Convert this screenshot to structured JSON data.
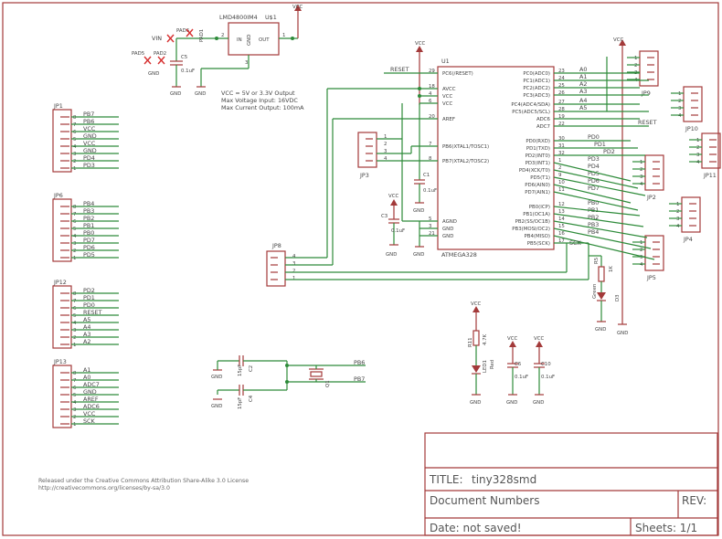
{
  "title_block": {
    "title_label": "TITLE:",
    "title_value": "tiny328smd",
    "document_numbers": "Document Numbers",
    "rev": "REV:",
    "date": "Date: not saved!",
    "sheets": "Sheets: 1/1"
  },
  "license": {
    "line1": "Released under the Creative Commons Attribution Share-Alike 3.0 License",
    "line2": "http://creativecommons.org/licenses/by-sa/3.0"
  },
  "notes": {
    "l1": "VCC = 5V or 3.3V Output",
    "l2": "Max Voltage Input: 16VDC",
    "l3": "Max Current Output: 100mA"
  },
  "regulator": {
    "name": "U$1",
    "part": "LMD4800IM4",
    "in": "IN",
    "out": "OUT",
    "gnd": "GND",
    "pin1": "1",
    "pin2": "2",
    "pin3": "3"
  },
  "cap_c5": {
    "name": "C5",
    "value": "0.1uF"
  },
  "pads": {
    "pad6": "PAD6",
    "pad1": "PAD1",
    "pad5": "PAD5",
    "pad2": "PAD2",
    "vin": "VIN",
    "gnd": "GND"
  },
  "symbols": {
    "vcc": "VCC",
    "gnd": "GND",
    "reset": "RESET",
    "sck": "SCK"
  },
  "mcu": {
    "name": "U1",
    "part": "ATMEGA328",
    "left_pins": [
      {
        "num": "29",
        "label": "PC6(/RESET)"
      },
      {
        "num": "18",
        "label": "AVCC"
      },
      {
        "num": "4",
        "label": "VCC"
      },
      {
        "num": "6",
        "label": "VCC"
      },
      {
        "num": "20",
        "label": "AREF"
      },
      {
        "num": "7",
        "label": "PB6(XTAL1/TOSC1)"
      },
      {
        "num": "8",
        "label": "PB7(XTAL2/TOSC2)"
      },
      {
        "num": "5",
        "label": "AGND"
      },
      {
        "num": "3",
        "label": "GND"
      },
      {
        "num": "21",
        "label": "GND"
      }
    ],
    "right_pins": [
      {
        "num": "23",
        "label": "PC0(ADC0)"
      },
      {
        "num": "24",
        "label": "PC1(ADC1)"
      },
      {
        "num": "25",
        "label": "PC2(ADC2)"
      },
      {
        "num": "26",
        "label": "PC3(ADC3)"
      },
      {
        "num": "27",
        "label": "PC4(ADC4/SDA)"
      },
      {
        "num": "28",
        "label": "PC5(ADC5/SCL)"
      },
      {
        "num": "19",
        "label": "ADC6"
      },
      {
        "num": "22",
        "label": "ADC7"
      },
      {
        "num": "30",
        "label": "PD0(RXD)"
      },
      {
        "num": "31",
        "label": "PD1(TXD)"
      },
      {
        "num": "32",
        "label": "PD2(INT0)"
      },
      {
        "num": "1",
        "label": "PD3(INT1)"
      },
      {
        "num": "2",
        "label": "PD4(XCK/T0)"
      },
      {
        "num": "9",
        "label": "PD5(T1)"
      },
      {
        "num": "10",
        "label": "PD6(AIN0)"
      },
      {
        "num": "11",
        "label": "PD7(AIN1)"
      },
      {
        "num": "12",
        "label": "PB0(ICP)"
      },
      {
        "num": "13",
        "label": "PB1(OC1A)"
      },
      {
        "num": "14",
        "label": "PB2(SS/OC1B)"
      },
      {
        "num": "15",
        "label": "PB3(MOSI/OC2)"
      },
      {
        "num": "16",
        "label": "PB4(MISO)"
      },
      {
        "num": "17",
        "label": "PB5(SCK)"
      }
    ],
    "net_labels": [
      "A0",
      "A1",
      "A2",
      "A3",
      "A4",
      "A5",
      "PD0",
      "PD1",
      "PD2",
      "PD3",
      "PD4",
      "PD5",
      "PD6",
      "PD7",
      "PB0",
      "PB1",
      "PB2",
      "PB3",
      "PB4"
    ]
  },
  "headers_left": [
    {
      "name": "JP1",
      "rows": [
        {
          "n": "8",
          "l": "PB7"
        },
        {
          "n": "7",
          "l": "PB6"
        },
        {
          "n": "6",
          "l": "VCC"
        },
        {
          "n": "5",
          "l": "GND"
        },
        {
          "n": "4",
          "l": "VCC"
        },
        {
          "n": "3",
          "l": "GND"
        },
        {
          "n": "2",
          "l": "PD4"
        },
        {
          "n": "1",
          "l": "PD3"
        }
      ]
    },
    {
      "name": "JP6",
      "rows": [
        {
          "n": "8",
          "l": "PB4"
        },
        {
          "n": "7",
          "l": "PB3"
        },
        {
          "n": "6",
          "l": "PB2"
        },
        {
          "n": "5",
          "l": "PB1"
        },
        {
          "n": "4",
          "l": "PB0"
        },
        {
          "n": "3",
          "l": "PD7"
        },
        {
          "n": "2",
          "l": "PD6"
        },
        {
          "n": "1",
          "l": "PD5"
        }
      ]
    },
    {
      "name": "JP12",
      "rows": [
        {
          "n": "8",
          "l": "PD2"
        },
        {
          "n": "7",
          "l": "PD1"
        },
        {
          "n": "6",
          "l": "PD0"
        },
        {
          "n": "5",
          "l": "RESET"
        },
        {
          "n": "4",
          "l": "A5"
        },
        {
          "n": "3",
          "l": "A4"
        },
        {
          "n": "2",
          "l": "A3"
        },
        {
          "n": "1",
          "l": "A2"
        }
      ]
    },
    {
      "name": "JP13",
      "rows": [
        {
          "n": "8",
          "l": "A1"
        },
        {
          "n": "7",
          "l": "A0"
        },
        {
          "n": "6",
          "l": "ADC7"
        },
        {
          "n": "5",
          "l": "GND"
        },
        {
          "n": "4",
          "l": "AREF"
        },
        {
          "n": "3",
          "l": "ADC6"
        },
        {
          "n": "2",
          "l": "VCC"
        },
        {
          "n": "1",
          "l": "SCK"
        }
      ]
    }
  ],
  "headers_small": {
    "jp9": "JP9",
    "jp10": "JP10",
    "jp11": "JP11",
    "jp2": "JP2",
    "jp4": "JP4",
    "jp5": "JP5",
    "jp3": "JP3",
    "jp8": "JP8",
    "pins": [
      "1",
      "2",
      "3",
      "4"
    ]
  },
  "caps": {
    "c1": {
      "name": "C1",
      "value": "0.1uF"
    },
    "c3": {
      "name": "C3",
      "value": "0.1uF"
    },
    "c6": {
      "name": "C6",
      "value": "0.1uF"
    },
    "c10": {
      "name": "C10",
      "value": "0.1uF"
    },
    "c2": {
      "name": "C2",
      "value": "15pF"
    },
    "c4": {
      "name": "C4",
      "value": "15pF"
    }
  },
  "crystal": {
    "name": "Q1",
    "pb6": "PB6",
    "pb7": "PB7"
  },
  "resistors": {
    "r5": {
      "name": "R5",
      "value": "1K"
    },
    "r11": {
      "name": "R11",
      "value": "4.7K"
    }
  },
  "leds": {
    "d3": {
      "name": "D3",
      "color": "Green"
    },
    "d1": {
      "name": "LED1",
      "color": "Red"
    }
  }
}
